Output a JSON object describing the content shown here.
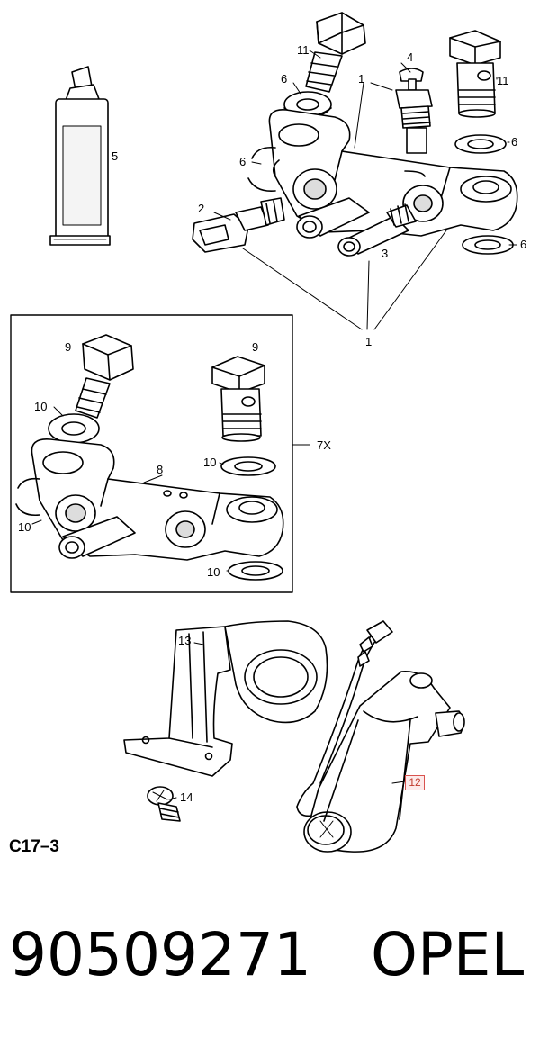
{
  "labels": {
    "l1a": "1",
    "l1b": "1",
    "l2": "2",
    "l3": "3",
    "l4": "4",
    "l5": "5",
    "l6a": "6",
    "l6b": "6",
    "l6c": "6",
    "l6d": "6",
    "l7x": "7X",
    "l8": "8",
    "l9a": "9",
    "l9b": "9",
    "l10a": "10",
    "l10b": "10",
    "l10c": "10",
    "l10d": "10",
    "l11a": "11",
    "l11b": "11",
    "l12": "12",
    "l13": "13",
    "l14": "14"
  },
  "diagram_code": "C17–3",
  "part_number": "90509271",
  "brand": "OPEL",
  "highlight_color": "#d9534f"
}
